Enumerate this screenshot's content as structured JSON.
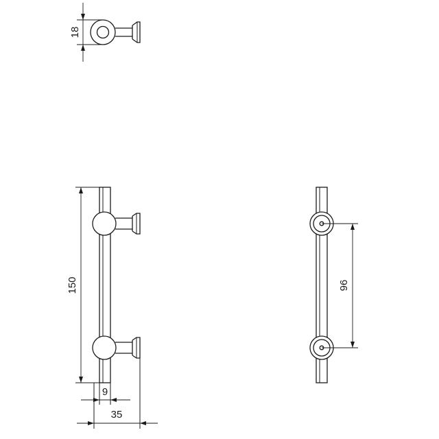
{
  "drawing": {
    "dimensions": {
      "knob_height": "18",
      "overall_length": "150",
      "bar_diameter": "9",
      "projection": "35",
      "center_distance": "96"
    }
  }
}
